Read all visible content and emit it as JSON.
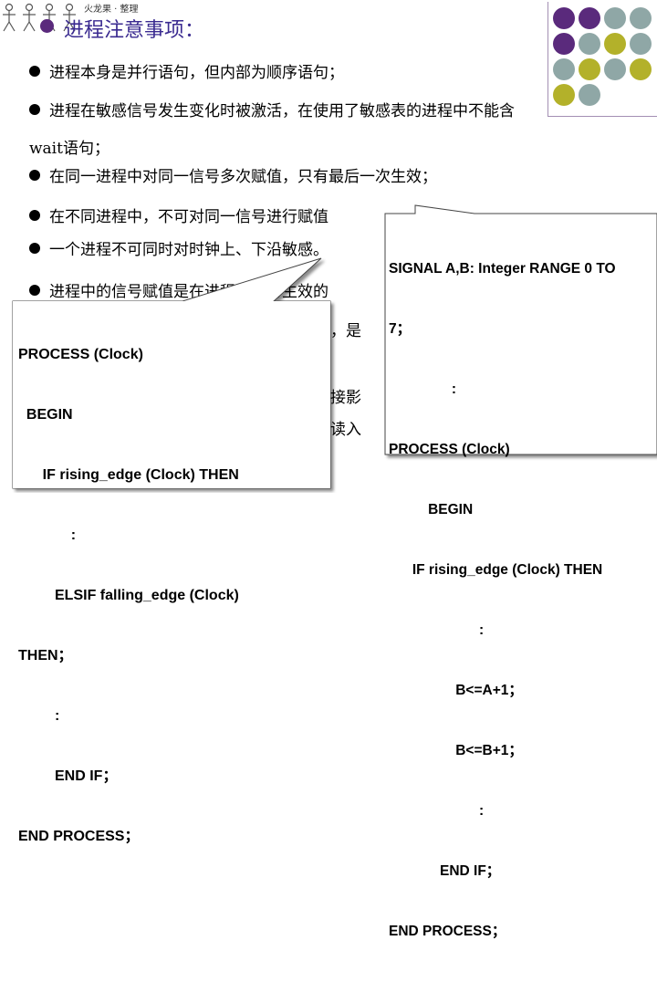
{
  "header": {
    "credit": "火龙果 · 整理",
    "title": "进程注意事项："
  },
  "colors": {
    "purple": "#5a2a7c",
    "teal": "#8fa7a6",
    "olive": "#b3b12a",
    "title": "#3a2a90"
  },
  "bullets": [
    "进程本身是并行语句，但内部为顺序语句；",
    "进程在敏感信号发生变化时被激活，在使用了敏感表的进程中不能含",
    "在同一进程中对同一信号多次赋值，只有最后一次生效；",
    "在不同进程中，不可对同一信号进行赋值",
    "一个进程不可同时对时钟上、下沿敏感。",
    "进程中的信号赋值是在进程挂起时生效的"
  ],
  "continuation": "wait语句；",
  "fragments": {
    "f1": "性，是",
    "f2": "值接影",
    "f3": "可读入"
  },
  "code_left": [
    "PROCESS (Clock)",
    "  BEGIN",
    "      IF rising_edge (Clock) THEN",
    "             :",
    "         ELSIF falling_edge (Clock)",
    "THEN；",
    "         :",
    "         END IF；",
    "END PROCESS；"
  ],
  "code_right": [
    "SIGNAL A,B: Integer RANGE 0 TO",
    "7；",
    "                :",
    "PROCESS (Clock)",
    "          BEGIN",
    "      IF rising_edge (Clock) THEN",
    "                       :",
    "                 B<=A+1；",
    "                 B<=B+1；",
    "                       :",
    "             END IF；",
    "END PROCESS；"
  ]
}
